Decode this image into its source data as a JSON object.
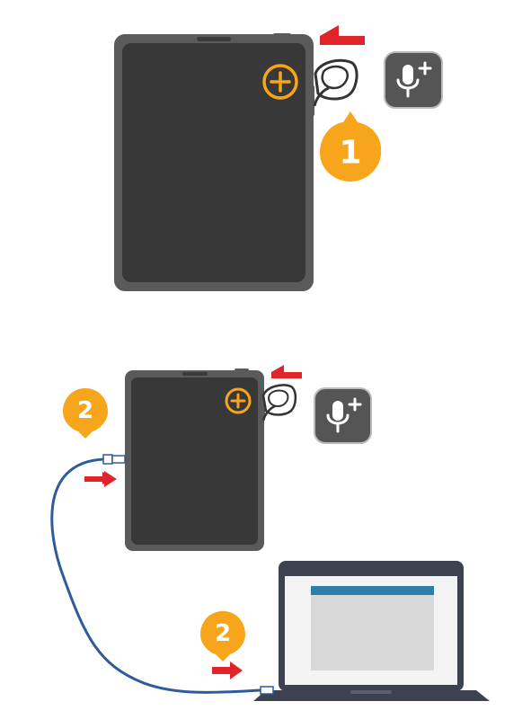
{
  "steps": [
    {
      "number": "1"
    },
    {
      "number": "2"
    },
    {
      "number": "2"
    }
  ],
  "icons": {
    "add": "plus-circle-icon",
    "mic_add": "microphone-plus-icon",
    "button_press": "finger-press-icon",
    "arrow": "red-arrow-icon"
  },
  "colors": {
    "device_body": "#5a5a5a",
    "device_screen": "#383838",
    "accent_orange": "#f7a51a",
    "arrow_red": "#e0252a",
    "cable_blue": "#2e5b9a",
    "laptop_frame": "#3d4250",
    "laptop_screen": "#d8d8d8",
    "laptop_titlebar": "#2d7fa8"
  }
}
